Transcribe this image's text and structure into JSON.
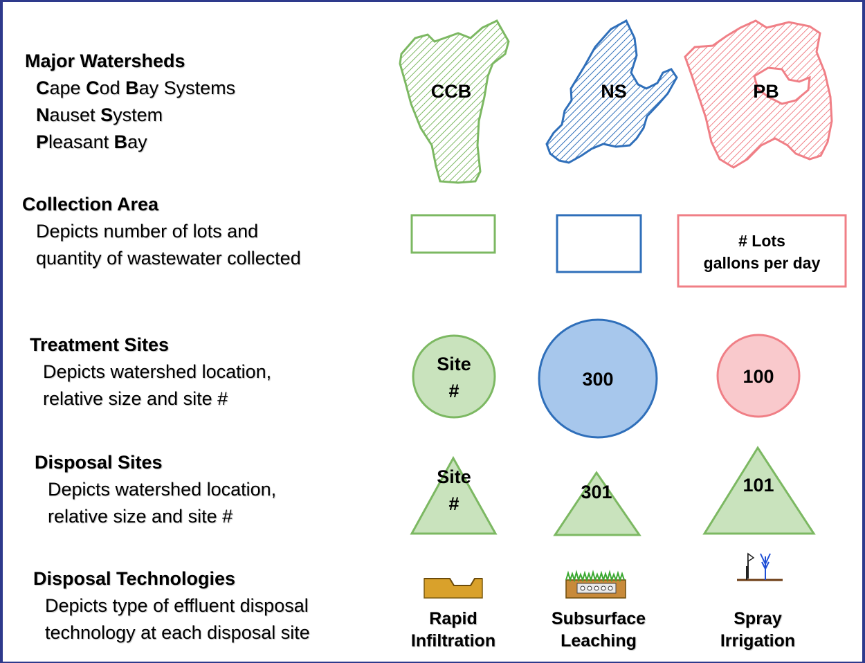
{
  "watersheds": {
    "heading": "Major Watersheds",
    "lines": [
      {
        "parts": [
          {
            "b": "C"
          },
          {
            "t": "ape "
          },
          {
            "b": "C"
          },
          {
            "t": "od "
          },
          {
            "b": "B"
          },
          {
            "t": "ay Systems"
          }
        ]
      },
      {
        "parts": [
          {
            "b": "N"
          },
          {
            "t": "auset "
          },
          {
            "b": "S"
          },
          {
            "t": "ystem"
          }
        ]
      },
      {
        "parts": [
          {
            "b": "P"
          },
          {
            "t": "leasant "
          },
          {
            "b": "B"
          },
          {
            "t": "ay"
          }
        ]
      }
    ],
    "symbols": [
      {
        "label": "CCB",
        "color": "#7cb862"
      },
      {
        "label": "NS",
        "color": "#2f6fba"
      },
      {
        "label": "PB",
        "color": "#f07f86"
      }
    ]
  },
  "collection": {
    "heading": "Collection Area",
    "desc_line1": "Depicts number of lots and",
    "desc_line2": "quantity of wastewater collected",
    "box_line1": "# Lots",
    "box_line2": "gallons per day"
  },
  "treatment": {
    "heading": "Treatment Sites",
    "desc_line1": "Depicts watershed location,",
    "desc_line2": "relative size and site #",
    "circle1_line1": "Site",
    "circle1_line2": "#",
    "circle2": "300",
    "circle3": "100"
  },
  "disposal": {
    "heading": "Disposal Sites",
    "desc_line1": "Depicts watershed location,",
    "desc_line2": "relative size and site #",
    "tri1_line1": "Site",
    "tri1_line2": "#",
    "tri2": "301",
    "tri3": "101"
  },
  "technologies": {
    "heading": "Disposal Technologies",
    "desc_line1": "Depicts type of effluent disposal",
    "desc_line2": "technology at each disposal site",
    "items": [
      {
        "line1": "Rapid",
        "line2": "Infiltration"
      },
      {
        "line1": "Subsurface",
        "line2": "Leaching"
      },
      {
        "line1": "Spray",
        "line2": "Irrigation"
      }
    ]
  },
  "colors": {
    "green": "#7cb862",
    "green_fill": "#c9e3bd",
    "blue": "#2f6fba",
    "blue_fill": "#a7c7ec",
    "pink": "#f07f86",
    "pink_fill": "#f9c9cc",
    "frame": "#2e3a8c"
  }
}
